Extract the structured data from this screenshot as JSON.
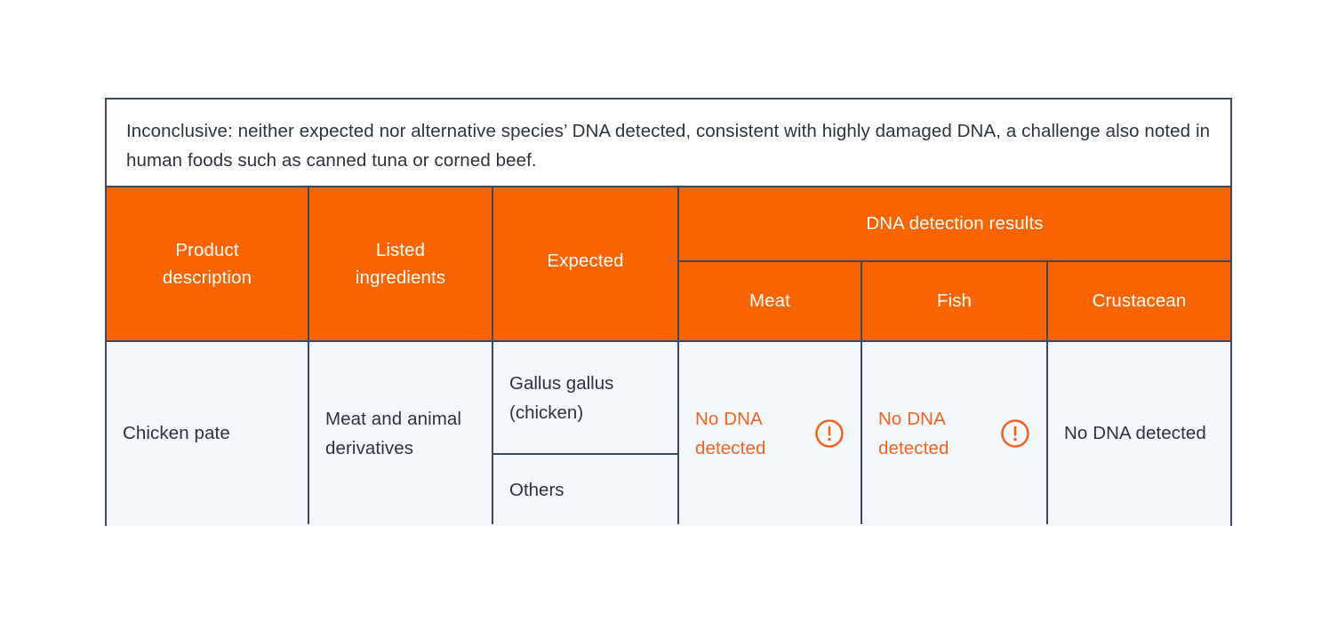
{
  "caption": {
    "text": "Inconclusive: neither expected nor alternative species’ DNA detected, consistent with highly damaged DNA, a challenge also noted in human foods such as canned tuna or corned beef."
  },
  "colors": {
    "header_background": "#FA6400",
    "header_text": "#FFFFFF",
    "row_background": "#F4F8FC",
    "border": "#3B4A5A",
    "alert_text": "#F4631E",
    "body_text": "#2C3440"
  },
  "table": {
    "headers": {
      "product_description": "Product\ndescription",
      "product_description_line1": "Product",
      "product_description_line2": "description",
      "listed_ingredients_line1": "Listed",
      "listed_ingredients_line2": "ingredients",
      "expected": "Expected",
      "dna_group": "DNA detection results",
      "meat": "Meat",
      "fish": "Fish",
      "crustacean": "Crustacean"
    },
    "rows": [
      {
        "product_description": "Chicken pate",
        "listed_ingredients": "Meat and animal derivatives",
        "expected_primary": "Gallus gallus (chicken)",
        "expected_secondary": "Others",
        "results": {
          "meat": {
            "text": "No DNA detected",
            "alert": true,
            "icon": "warning-circle-icon"
          },
          "fish": {
            "text": "No DNA detected",
            "alert": true,
            "icon": "warning-circle-icon"
          },
          "crustacean": {
            "text": "No DNA detected",
            "alert": false,
            "icon": ""
          }
        }
      }
    ]
  }
}
